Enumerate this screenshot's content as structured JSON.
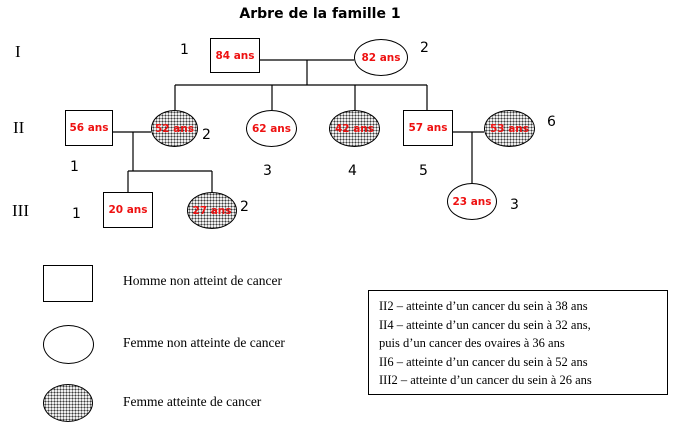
{
  "title": "Arbre de la famille 1",
  "colors": {
    "age_text": "#ee1111",
    "line": "#000000"
  },
  "generation_labels": {
    "gen1": "I",
    "gen2": "II",
    "gen3": "III"
  },
  "persons": [
    {
      "id": "I-1",
      "shape": "square",
      "affected": false,
      "age": "84 ans",
      "number": "1"
    },
    {
      "id": "I-2",
      "shape": "ellipse",
      "affected": false,
      "age": "82 ans",
      "number": "2"
    },
    {
      "id": "II-1",
      "shape": "square",
      "affected": false,
      "age": "56 ans",
      "number": "1"
    },
    {
      "id": "II-2",
      "shape": "ellipse",
      "affected": true,
      "age": "52 ans",
      "number": "2"
    },
    {
      "id": "II-3",
      "shape": "ellipse",
      "affected": false,
      "age": "62 ans",
      "number": "3"
    },
    {
      "id": "II-4",
      "shape": "ellipse",
      "affected": true,
      "age": "42 ans",
      "number": "4"
    },
    {
      "id": "II-5",
      "shape": "square",
      "affected": false,
      "age": "57 ans",
      "number": "5"
    },
    {
      "id": "II-6",
      "shape": "ellipse",
      "affected": true,
      "age": "53 ans",
      "number": "6"
    },
    {
      "id": "III-1",
      "shape": "square",
      "affected": false,
      "age": "20 ans",
      "number": "1"
    },
    {
      "id": "III-2",
      "shape": "ellipse",
      "affected": true,
      "age": "27 ans",
      "number": "2"
    },
    {
      "id": "III-3",
      "shape": "ellipse",
      "affected": false,
      "age": "23 ans",
      "number": "3"
    }
  ],
  "legend": {
    "male_unaffected": "Homme non atteint de cancer",
    "female_unaffected": "Femme non atteinte de cancer",
    "female_affected": "Femme atteinte de cancer"
  },
  "info_box": {
    "lines": [
      "II2 – atteinte d’un cancer du sein à 38 ans",
      "II4 – atteinte d’un cancer du sein à 32 ans,",
      "puis d’un cancer des ovaires à 36 ans",
      "II6 – atteinte d’un cancer du sein à 52 ans",
      "III2 – atteinte d’un cancer du sein à 26 ans"
    ]
  }
}
